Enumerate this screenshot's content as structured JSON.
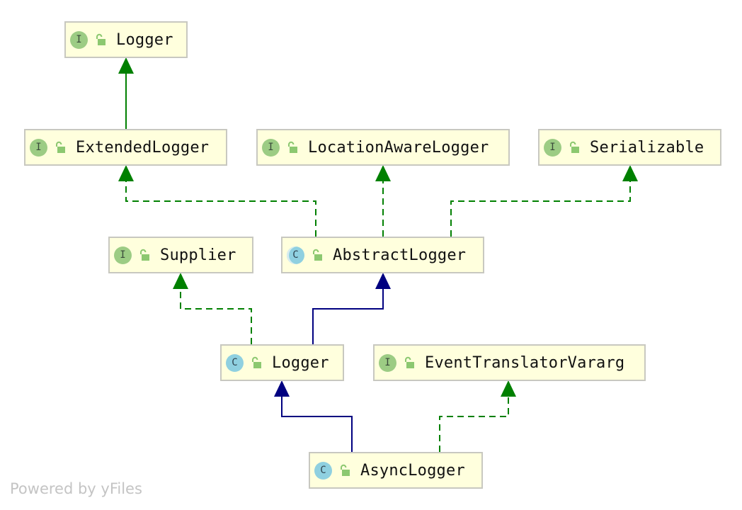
{
  "diagram": {
    "nodes": [
      {
        "id": "logger_iface",
        "kind": "I",
        "name": "Logger"
      },
      {
        "id": "extended_logger",
        "kind": "I",
        "name": "ExtendedLogger"
      },
      {
        "id": "location_aware_logger",
        "kind": "I",
        "name": "LocationAwareLogger"
      },
      {
        "id": "serializable",
        "kind": "I",
        "name": "Serializable"
      },
      {
        "id": "supplier",
        "kind": "I",
        "name": "Supplier"
      },
      {
        "id": "abstract_logger",
        "kind": "C",
        "name": "AbstractLogger"
      },
      {
        "id": "logger_class",
        "kind": "C",
        "name": "Logger"
      },
      {
        "id": "event_translator_vararg",
        "kind": "I",
        "name": "EventTranslatorVararg"
      },
      {
        "id": "async_logger",
        "kind": "C",
        "name": "AsyncLogger"
      }
    ],
    "edges": [
      {
        "from": "extended_logger",
        "to": "logger_iface",
        "relation": "extends-interface"
      },
      {
        "from": "abstract_logger",
        "to": "extended_logger",
        "relation": "implements"
      },
      {
        "from": "abstract_logger",
        "to": "location_aware_logger",
        "relation": "implements"
      },
      {
        "from": "abstract_logger",
        "to": "serializable",
        "relation": "implements"
      },
      {
        "from": "logger_class",
        "to": "supplier",
        "relation": "implements"
      },
      {
        "from": "logger_class",
        "to": "abstract_logger",
        "relation": "extends"
      },
      {
        "from": "async_logger",
        "to": "logger_class",
        "relation": "extends"
      },
      {
        "from": "async_logger",
        "to": "event_translator_vararg",
        "relation": "implements"
      }
    ]
  },
  "legend_colors": {
    "implements": "#008000",
    "extends": "#000080",
    "node_fill": "#ffffdd",
    "interface_badge": "#9ccc84",
    "class_badge": "#8fd0e0"
  },
  "watermark": "Powered by yFiles"
}
